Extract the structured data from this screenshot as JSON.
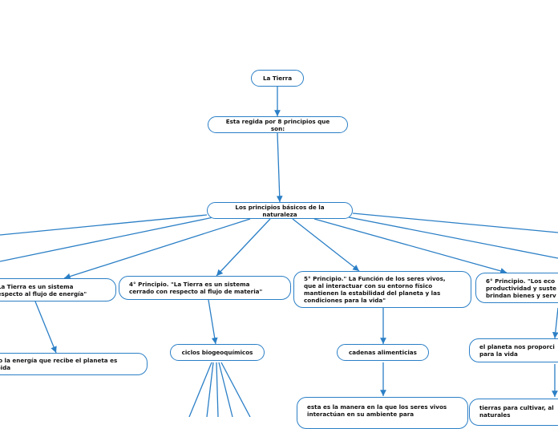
{
  "colors": {
    "edge": "#2b7fc6",
    "node_border": "#2b7fc6",
    "text": "#111111",
    "background": "#ffffff"
  },
  "nodes": {
    "root": "La Tierra",
    "governed": "Esta regida por 8 principios que son:",
    "principles": "Los principios básicos de la naturaleza",
    "p3": "\"La Tierra es un sistema\nrespecto al flujo de energía\"",
    "p3_child": "no la energía que recibe el planeta es\nibida",
    "p4": "4° Principio. \"La Tierra es un sistema\ncerrado con respecto al flujo de materia\"",
    "cycles": "ciclos biogeoquímicos",
    "p5": "5° Principio.\" La Función de los seres vivos,\nque al interactuar con su entorno físico\nmantienen la estabilidad del planeta y las\ncondiciones para la vida\"",
    "food_chains": "cadenas alimenticias",
    "interaction": "esta es la manera en la que los seres vivos\ninteractúan en su ambiente para",
    "p6": "6° Principio. \"Los eco\nproductividad y suste\nbrindan bienes y serv",
    "planet_provides": "el planeta nos proporci\npara la vida",
    "lands": "tierras para cultivar, al\nnaturales"
  }
}
